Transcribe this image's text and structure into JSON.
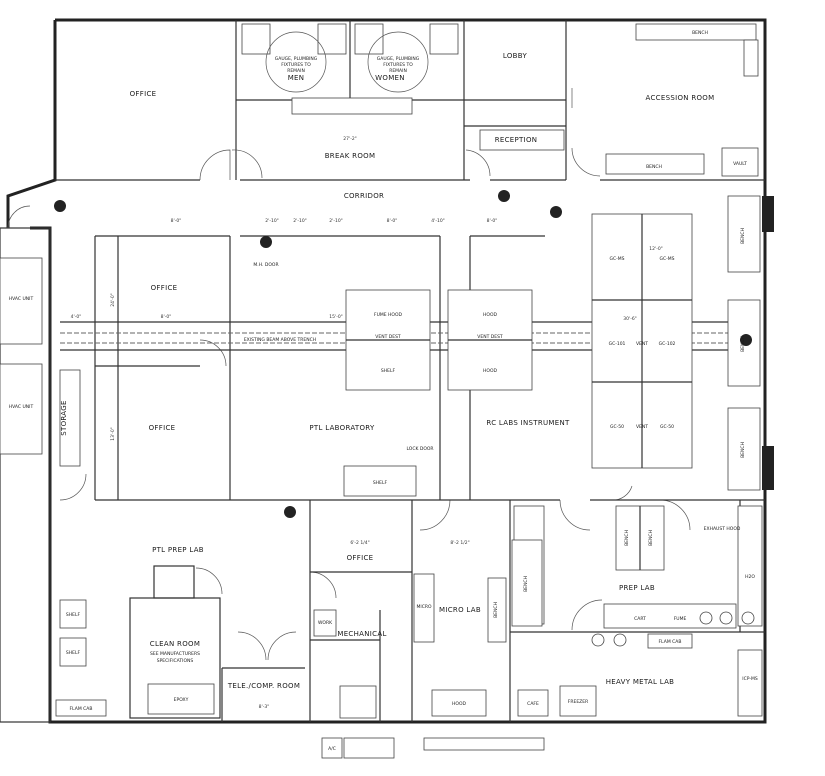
{
  "rooms": {
    "office_ne": "OFFICE",
    "men": "MEN",
    "women": "WOMEN",
    "lobby": "LOBBY",
    "accession": "ACCESSION ROOM",
    "break_room": "BREAK ROOM",
    "reception": "RECEPTION",
    "corridor": "CORRIDOR",
    "office_a": "OFFICE",
    "office_b": "OFFICE",
    "ptl_lab": "PTL LABORATORY",
    "rc_labs": "RC LABS INSTRUMENT",
    "ptl_prep": "PTL PREP LAB",
    "clean_room": "CLEAN ROOM",
    "clean_note_1": "SEE MANUFACTURERS",
    "clean_note_2": "SPECIFICATIONS",
    "office_c": "OFFICE",
    "mechanical": "MECHANICAL",
    "micro_lab": "MICRO LAB",
    "prep_lab": "PREP LAB",
    "heavy_metal": "HEAVY METAL LAB",
    "tele_comp": "TELE./COMP. ROOM",
    "storage": "STORAGE"
  },
  "fixtures": {
    "bench": "BENCH",
    "vault": "VAULT",
    "fume_hood": "FUME HOOD",
    "vent_dest": "VENT DEST",
    "shelf": "SHELF",
    "gc_ms_1": "GC-MS",
    "gc_ms_2": "GC-MS",
    "gc_101": "GC-101",
    "gc_102": "GC-102",
    "gc_50a": "GC-50",
    "gc_50b": "GC-50",
    "vent": "VENT",
    "exhaust_hood": "EXHAUST HOOD",
    "h2o": "H2O",
    "micro": "MICRO",
    "cart": "CART",
    "fume": "FUME",
    "flam_cab": "FLAM CAB",
    "icp_ms": "ICP-MS",
    "cafe": "CAFE",
    "freezer": "FREEZER",
    "epoxy": "EPOXY",
    "flam_cab2": "FLAM CAB",
    "work": "WORK",
    "hood": "HOOD",
    "lock_door": "LOCK DOOR",
    "mh_door": "M.H. DOOR",
    "hvac_1": "HVAC UNIT",
    "hvac_2": "HVAC UNIT",
    "ac": "A/C",
    "fixture_note_1": "GAUGE, PLUMBING",
    "fixture_note_2": "FIXTURES TO",
    "fixture_note_3": "REMAIN",
    "existing_beam": "EXISTING BEAM ABOVE TRENCH"
  },
  "dims": {
    "d1": "27'-2\"",
    "d2": "2'-10\"",
    "d3": "2'-10\"",
    "d4": "2'-10\"",
    "d5": "8'-0\"",
    "d6": "4'-10\"",
    "d7": "8'-0\"",
    "d8": "15'-0\"",
    "d9": "8'-0\"",
    "d10": "8'-0\"",
    "d11": "30'-6\"",
    "d12": "4'-0\"",
    "d13": "6'-2 1/4\"",
    "d14": "8'-2 1/2\"",
    "d15": "8'-3\"",
    "d16": "12'-0\"",
    "d17": "13'-0\"",
    "d18": "24'-0\""
  }
}
